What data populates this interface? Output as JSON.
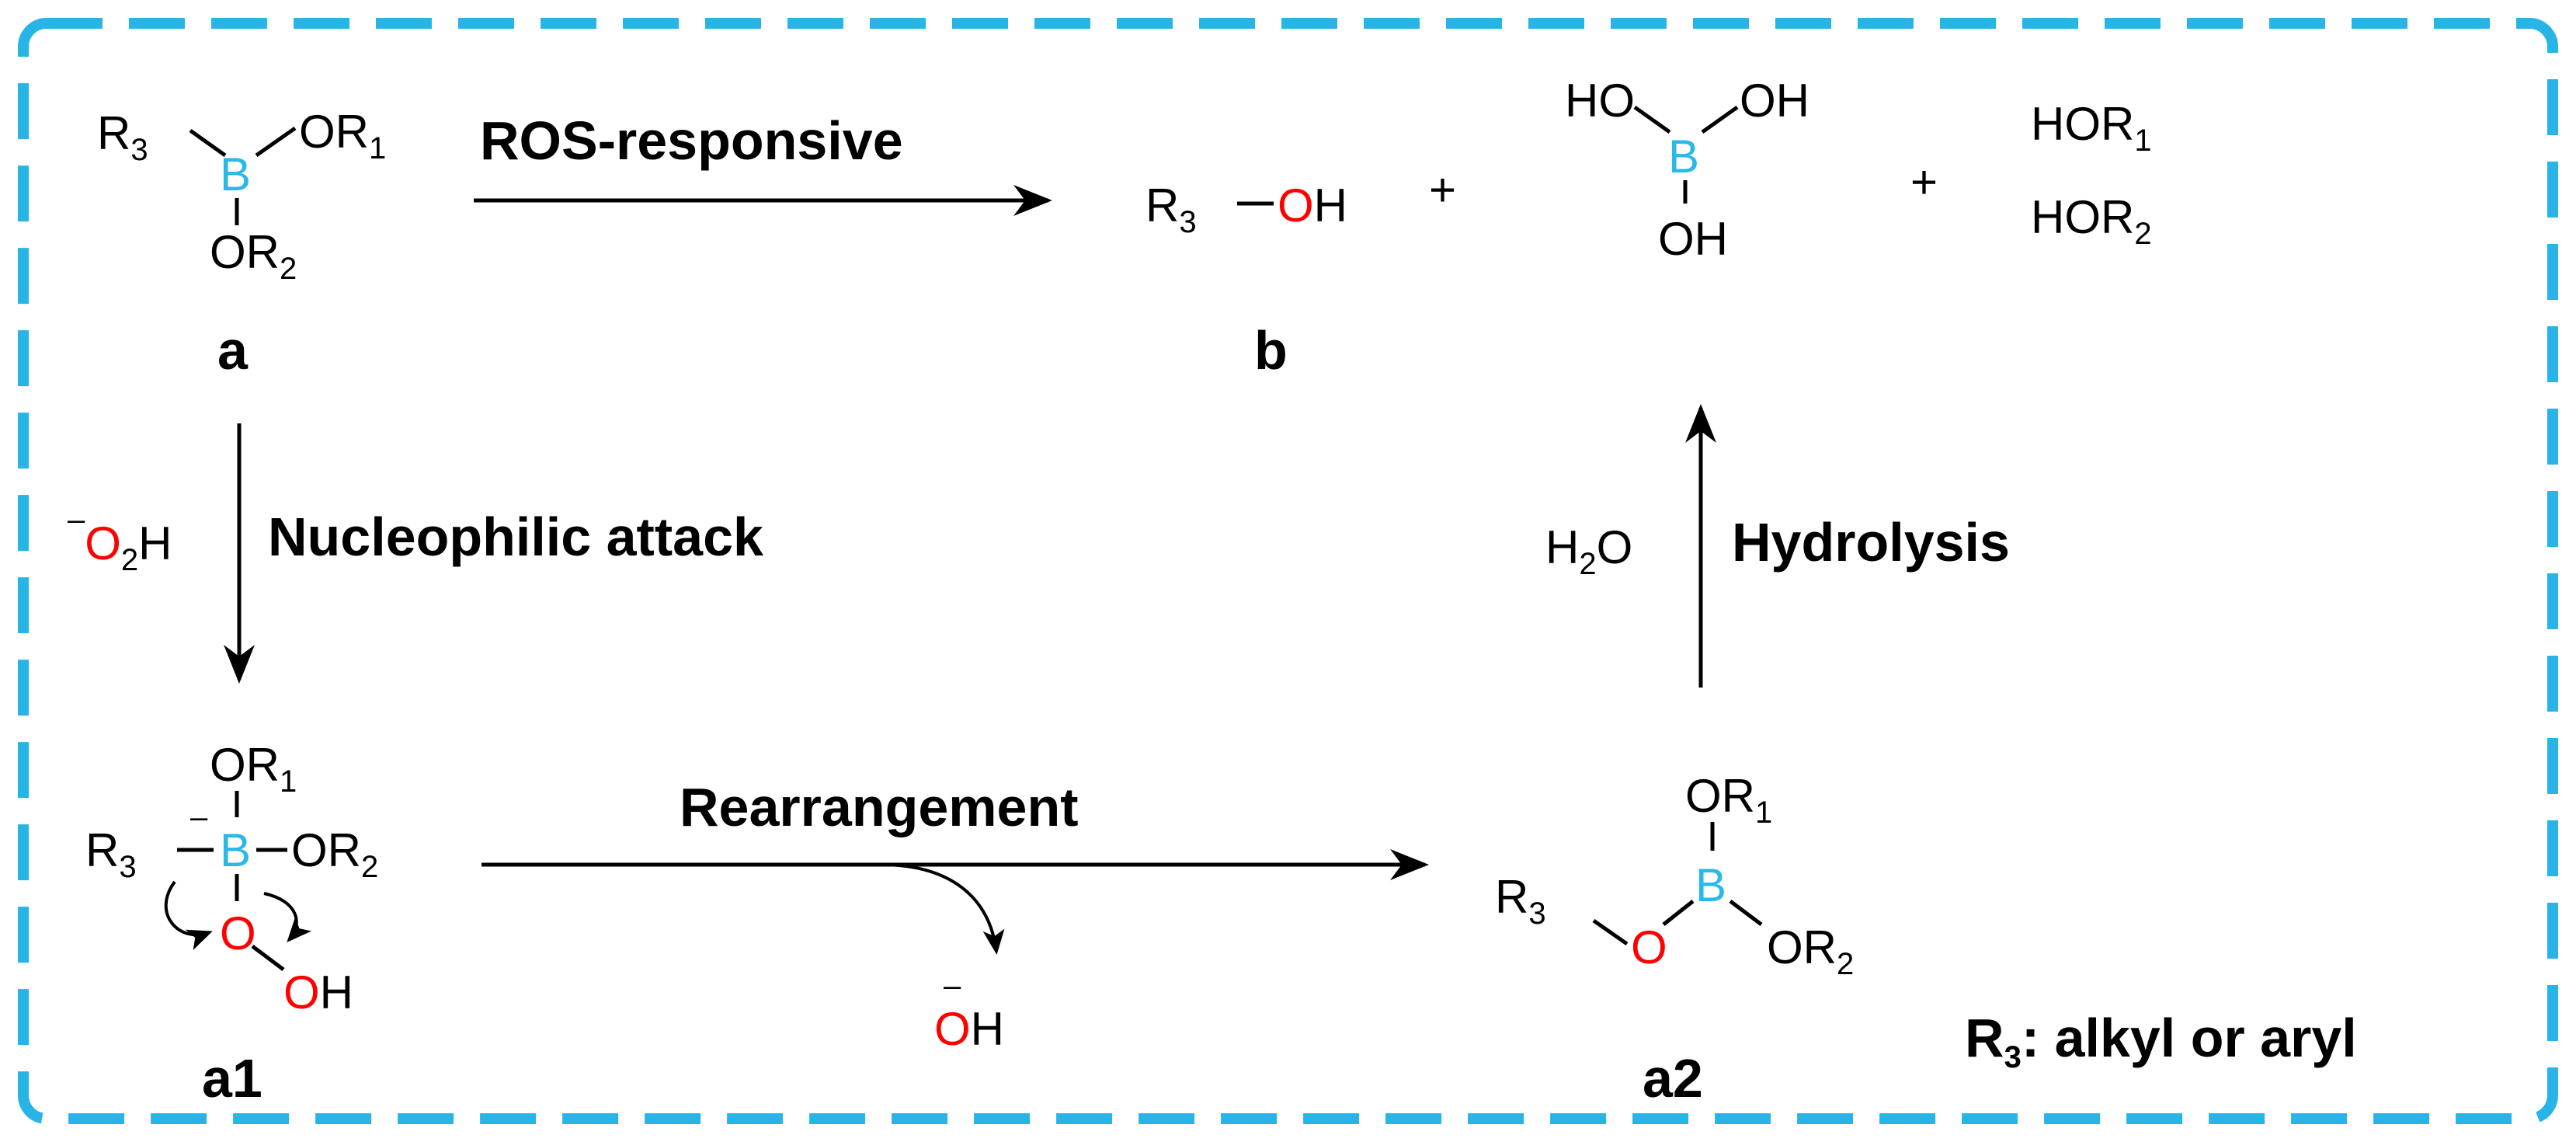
{
  "colors": {
    "border": "#28B4E6",
    "boron": "#29B8E8",
    "oxygen": "#FF0000",
    "text": "#000000"
  },
  "steps": {
    "ros_responsive": "ROS-responsive",
    "nucleophilic_attack": "Nucleophilic attack",
    "rearrangement": "Rearrangement",
    "hydrolysis": "Hydrolysis"
  },
  "compounds": {
    "a": "a",
    "b": "b",
    "a1": "a1",
    "a2": "a2"
  },
  "symbols": {
    "R": "R",
    "B": "B",
    "O": "O",
    "H": "H",
    "OH": "OH",
    "HO": "HO",
    "plus": "+",
    "minus": "–",
    "sub1": "1",
    "sub2": "2",
    "sub3": "3"
  },
  "legend": {
    "suffix": ": alkyl or aryl"
  }
}
